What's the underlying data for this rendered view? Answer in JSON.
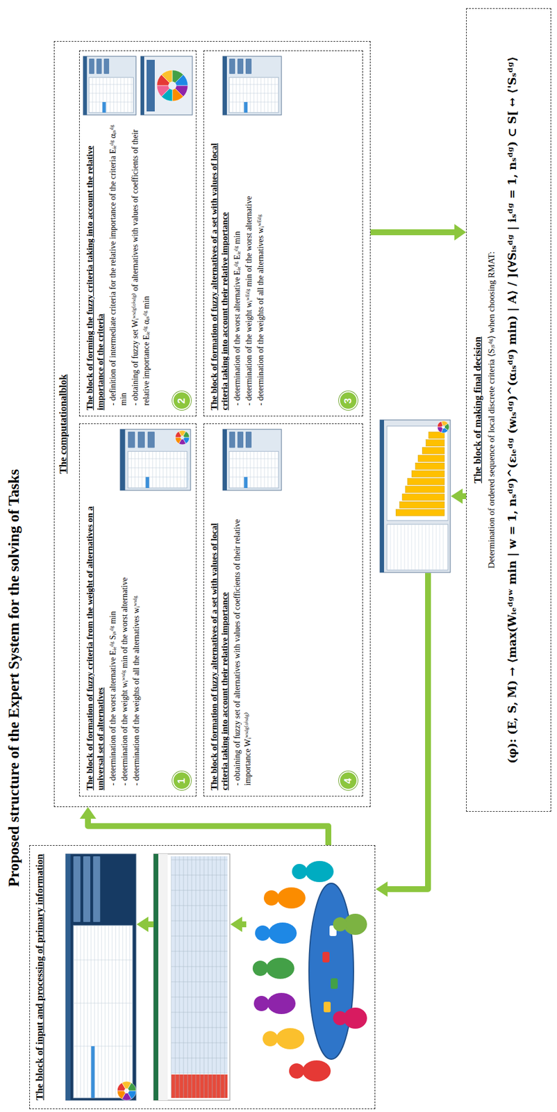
{
  "diagram": {
    "title": "Proposed structure of the Expert System for the solving of Tasks",
    "nodes": [
      {
        "text": [
          "The block of input and processing of primary information"
        ]
      },
      {
        "text": [
          "The computationalblok"
        ]
      },
      {
        "text": [
          "The block of formation of fuzzy criteria from the weight of alternatives on a universal set of alternatives",
          "- determination of the worst alternative Eᵢₑᵈᵍ Sᵢₛᵈᵍ min",
          "- determination of the weight wᵢʷˢᵈᵍ min of the worst alternative",
          "- determination of the weights of all the alternatives wᵢʷˢᵈᵍ"
        ],
        "in": 1
      },
      {
        "text": [
          "1"
        ],
        "in": 2
      },
      {
        "text": [
          "The block of forming the fuzzy criteria taking into account the relative importance of the criteria",
          "- definition of intermediate criteria for the relative importance of the criteria Eᵢₑᵈᵍ αᵢₛᵈᵍ min",
          "- obtaining of fuzzy set Wᵢʷˢᵈᵍ⁽ᵅⁱˢᵈᵍ⁾ of alternatives with values of coefficients of their relative importance Eᵢₑᵈᵍ αᵢₛᵈᵍ min"
        ],
        "in": 1
      },
      {
        "text": [
          "2"
        ],
        "in": 4
      },
      {
        "text": [
          "The block of formation of fuzzy alternatives of a set with values of local criteria taking into account their relative importance",
          "- obtaining of fuzzy set of alternatives with values of coefficients of their relative importance Wᵢʷˢᵈᵍ⁽ᵅⁱˢᵈᵍ⁾"
        ],
        "in": 1
      },
      {
        "text": [
          "4"
        ],
        "in": 6
      },
      {
        "text": [
          "The block of formation of fuzzy alternatives of a set with values of local criteria taking into account their relative importance",
          "- determination of the worst alternative Eᵢₑᵈᵍ Eᵢₑᵈᵍ min",
          "- determination of the weight wᵢʷᴱᵈᵍ min of the worst alternative",
          "- determination of the weights of all the alternatives wᵢʷᴱᵈᵍ"
        ],
        "in": 1
      },
      {
        "text": [
          "3"
        ],
        "in": 8
      },
      {
        "text": [
          "The block of making final decision",
          "Determination of ordered sequence of local discrete criteria ⟨Sᵢₛᵈᵍ⟩ when choosing RMAT:",
          "(φ): (E, S, M) → ⟨max(Wᵢₑᵈᵍʷ min | w = 1, nₛᵈᵍ)^(εᵢₑᵈᵍ (wᵢₛᵈᵍ)^(αᵢₛᵈᵍ) min) | A⟩ / ](∀Sᵢₛᵈᵍ | iₛᵈᵍ = 1, nₛᵈᵍ) ⊂ S[ ↔ ⟨'Sₛᵈᵍ⟩"
        ]
      }
    ],
    "edges": [
      {
        "from": 0,
        "to": 1,
        "arrow": "to"
      },
      {
        "from": 1,
        "to": 10,
        "arrow": "to"
      }
    ]
  }
}
